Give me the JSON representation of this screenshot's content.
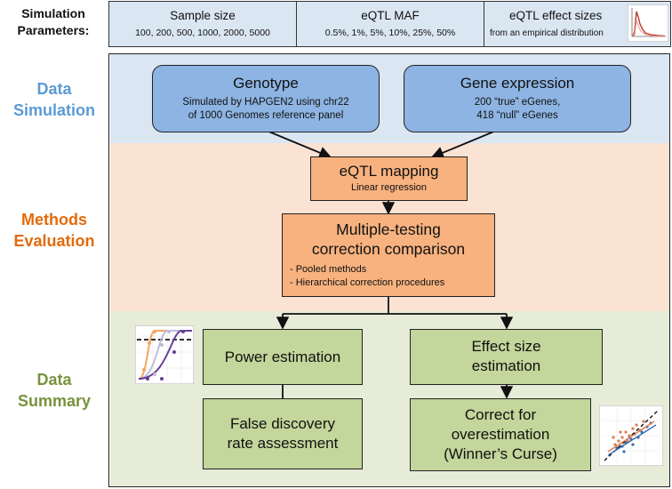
{
  "params": {
    "label": [
      "Simulation",
      "Parameters:"
    ],
    "sample_size": {
      "title": "Sample size",
      "values": "100, 200, 500, 1000, 2000, 5000"
    },
    "maf": {
      "title": "eQTL MAF",
      "values": "0.5%, 1%, 5%, 10%, 25%, 50%"
    },
    "effect": {
      "title": "eQTL effect sizes",
      "values": "from an empirical distribution"
    }
  },
  "sections": {
    "simulation": [
      "Data",
      "Simulation"
    ],
    "evaluation": [
      "Methods",
      "Evaluation"
    ],
    "summary": [
      "Data",
      "Summary"
    ]
  },
  "nodes": {
    "genotype": {
      "title": "Genotype",
      "sub": [
        "Simulated by HAPGEN2 using chr22",
        "of 1000 Genomes reference panel"
      ]
    },
    "expression": {
      "title": "Gene expression",
      "sub": [
        "200 “true” eGenes,",
        "418 “null” eGenes"
      ]
    },
    "mapping": {
      "title": "eQTL mapping",
      "sub": "Linear regression"
    },
    "mtc": {
      "title": [
        "Multiple-testing",
        "correction comparison"
      ],
      "bullets": [
        "- Pooled methods",
        "- Hierarchical correction procedures"
      ]
    },
    "power": {
      "title": "Power estimation"
    },
    "effect_est": {
      "title": [
        "Effect size",
        "estimation"
      ]
    },
    "fdr": {
      "title": [
        "False discovery",
        "rate assessment"
      ]
    },
    "correct": {
      "title": [
        "Correct for",
        "overestimation",
        "(Winner’s Curse)"
      ]
    }
  },
  "colors": {
    "blue_band": "#dbe6f3",
    "orange_band": "#fbe3d4",
    "green_band": "#e6ecd8",
    "blue_node": "#8db4e2",
    "orange_node": "#f7b27f",
    "green_node": "#c3d69b",
    "sim_label": "#5b9bd5",
    "eval_label": "#e26b0a",
    "sum_label": "#77933c"
  }
}
